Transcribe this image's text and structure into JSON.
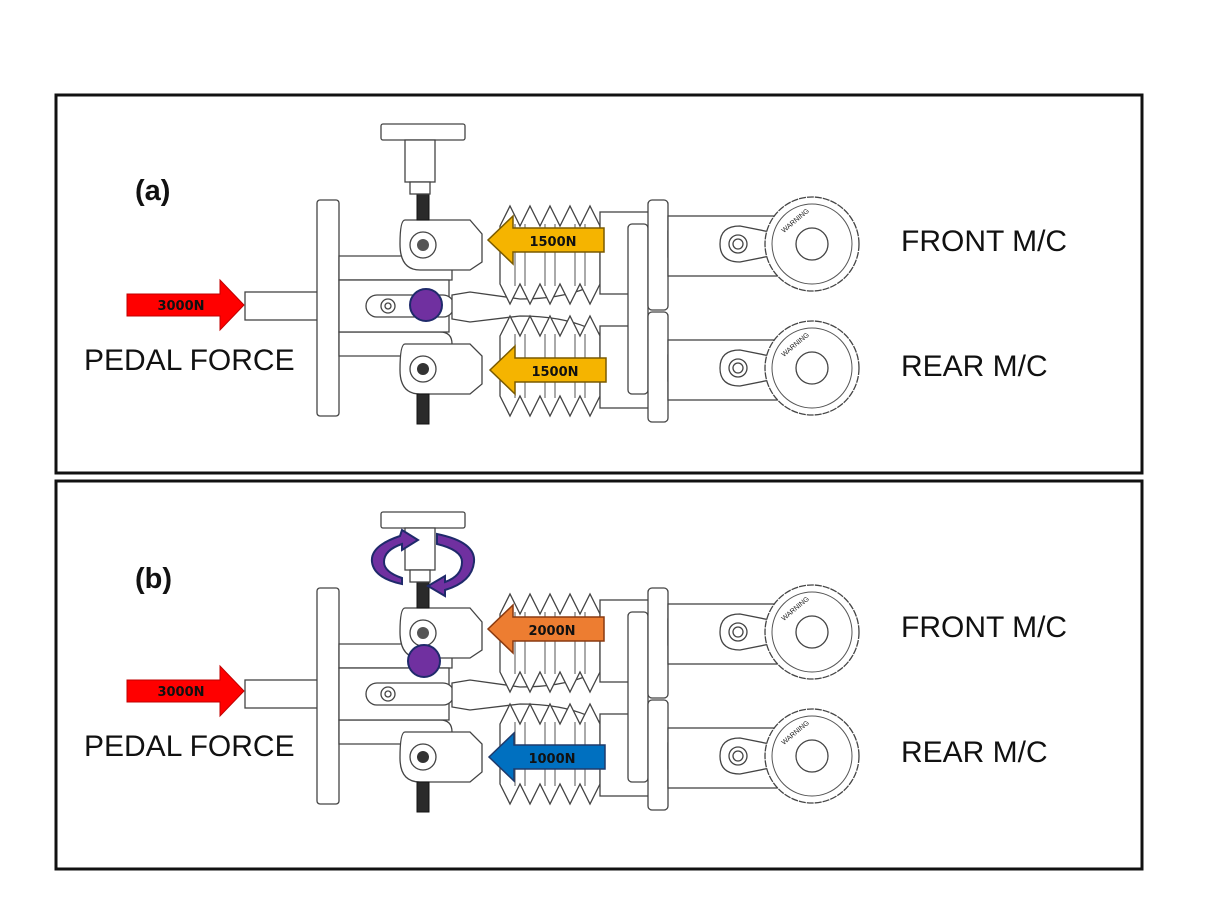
{
  "panels": [
    {
      "id": "a",
      "tag": "(a)",
      "pedal_label": "PEDAL FORCE",
      "pedal_force": "3000N",
      "front_label": "FRONT M/C",
      "rear_label": "REAR M/C",
      "front_force": "1500N",
      "rear_force": "1500N",
      "front_force_color": "#F5B400",
      "rear_force_color": "#F5B400",
      "pivot_position": "center",
      "knob_rotated": false,
      "warning_text": "WARNING"
    },
    {
      "id": "b",
      "tag": "(b)",
      "pedal_label": "PEDAL FORCE",
      "pedal_force": "3000N",
      "front_label": "FRONT M/C",
      "rear_label": "REAR M/C",
      "front_force": "2000N",
      "rear_force": "1000N",
      "front_force_color": "#ED7D31",
      "rear_force_color": "#0070C0",
      "pivot_position": "toward-front",
      "knob_rotated": true,
      "warning_text": "WARNING"
    }
  ],
  "colors": {
    "pedal_arrow": "#FF0000",
    "pivot": "#7030A0",
    "pivot_outline": "#1F2A6B",
    "rotation_arrow": "#7030A0"
  }
}
